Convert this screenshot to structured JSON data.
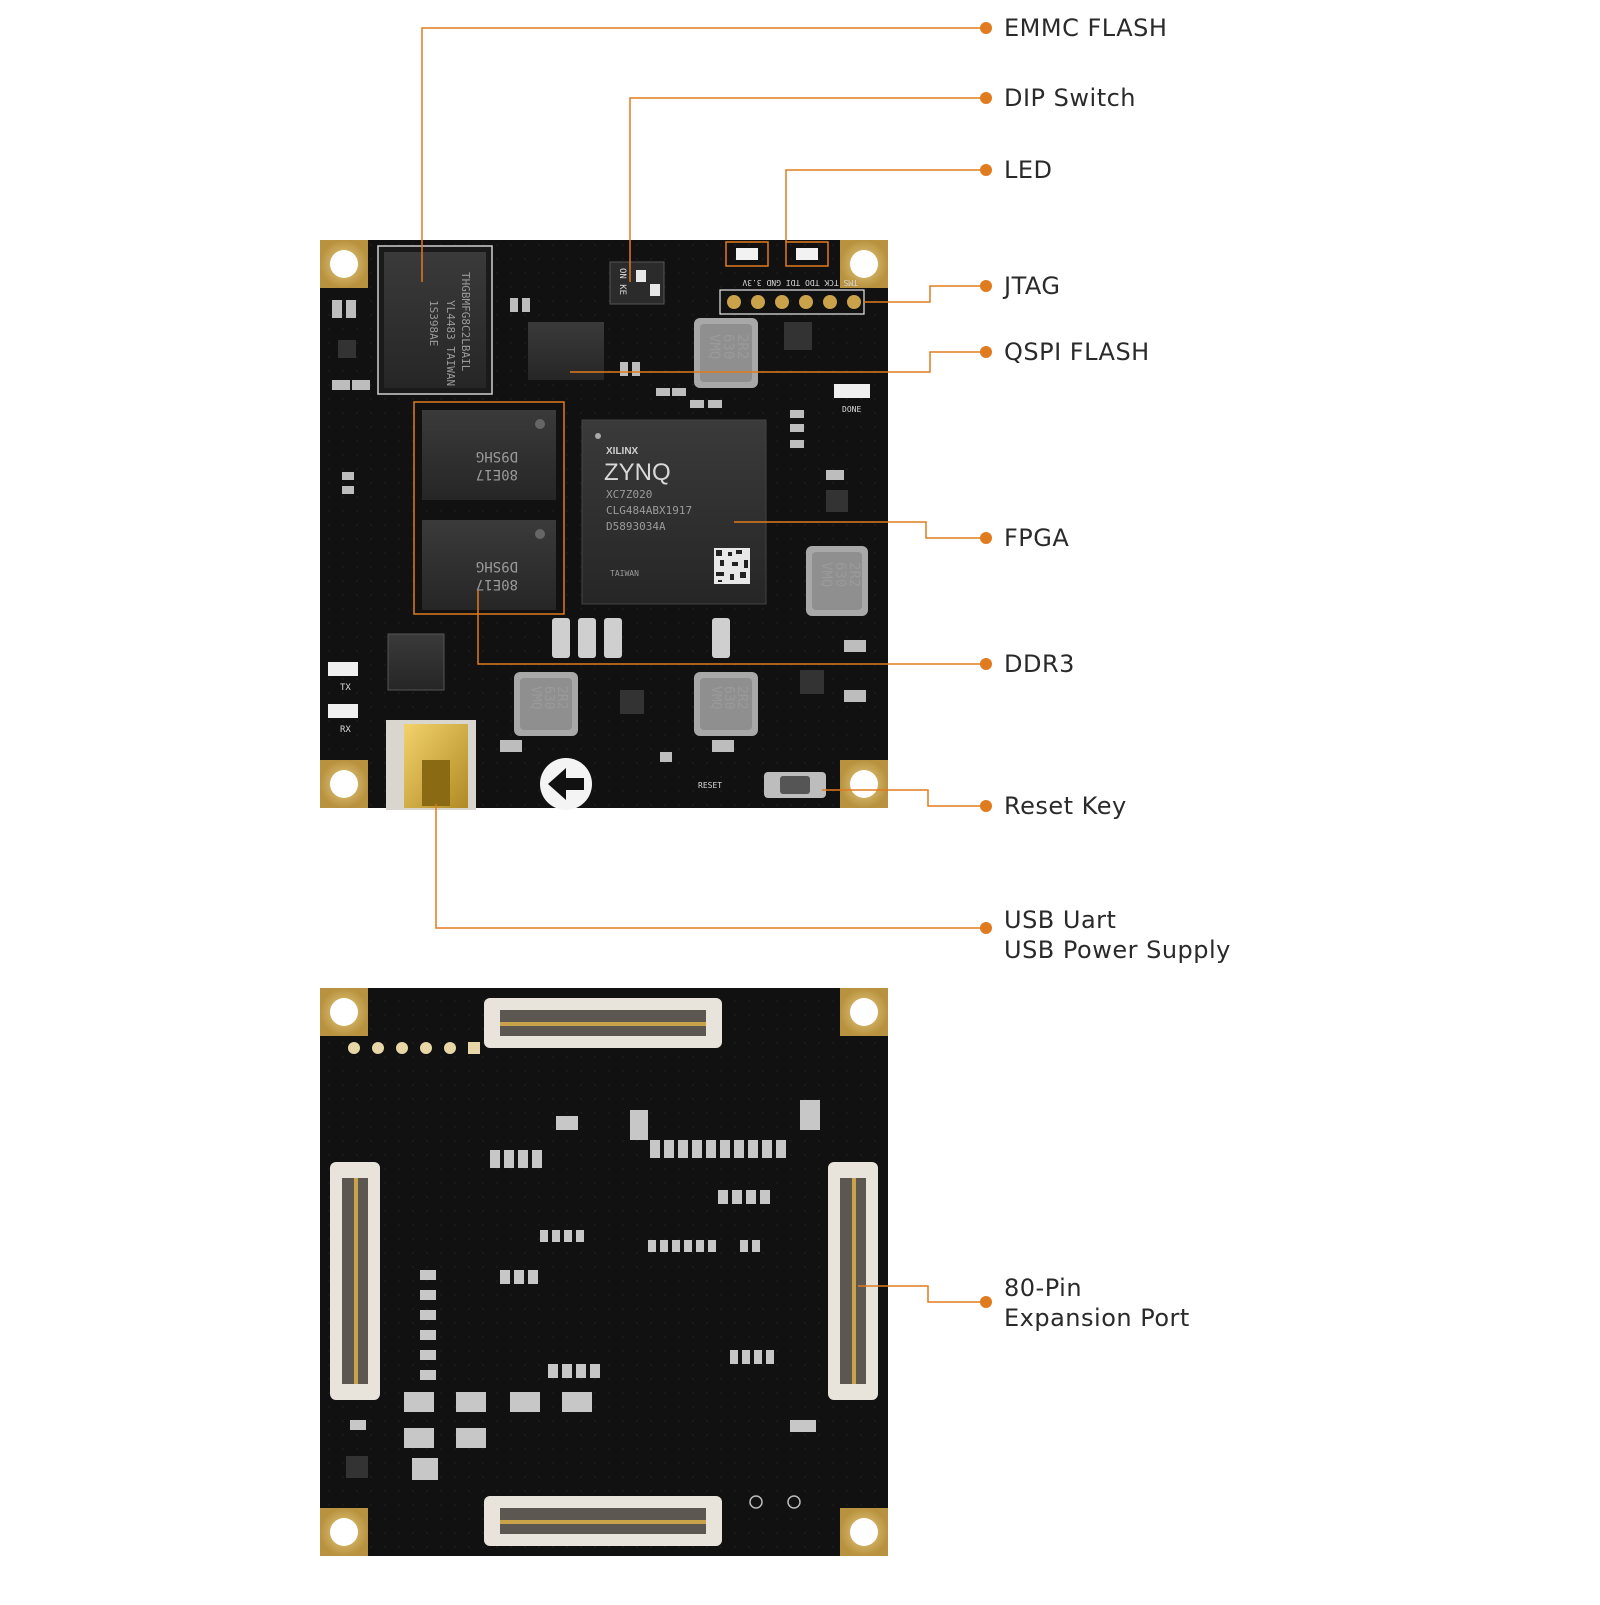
{
  "callouts": {
    "emmc": "EMMC FLASH",
    "dip": "DIP Switch",
    "led": "LED",
    "jtag": "JTAG",
    "qspi": "QSPI FLASH",
    "fpga": "FPGA",
    "ddr3": "DDR3",
    "reset": "Reset Key",
    "usb_line1": "USB Uart",
    "usb_line2": "USB Power Supply",
    "exp_line1": "80-Pin",
    "exp_line2": "Expansion Port"
  },
  "chip_text": {
    "zynq_brand": "XILINX",
    "zynq_family": "ZYNQ",
    "zynq_part": "XC7Z020",
    "zynq_package": "CLG484ABX1917",
    "zynq_code": "D5893034A",
    "zynq_origin": "TAIWAN",
    "emmc_line1": "THGBMFG8C2LBAIL",
    "emmc_line2": "YL4483 TAIWAN",
    "emmc_line3": "1S398AE",
    "ddr_line1": "80E17",
    "ddr_line2": "D9SHG",
    "inductor_line1": "2R2",
    "inductor_line2": "630",
    "inductor_line3": "VMQ",
    "reset_silk": "RESET",
    "done_silk": "DONE",
    "tx_silk": "TX",
    "rx_silk": "RX",
    "jtag_silk": "TMS TCK TDO TDI GND 3.3V",
    "dip_silk": "ON KE"
  },
  "colors": {
    "accent": "#e07b1f",
    "pcb": "#111111",
    "pad_gold": "#c9a24a",
    "chip": "#2a2a2a",
    "connector": "#e8e4dc"
  }
}
